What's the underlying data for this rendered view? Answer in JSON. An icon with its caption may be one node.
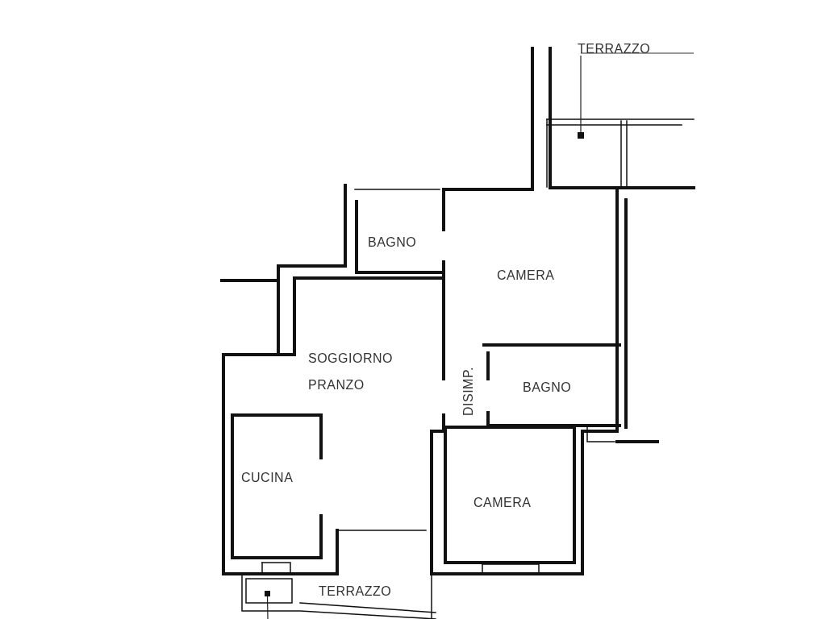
{
  "diagram": {
    "nodes": [
      {
        "text": [
          "TERRAZZO"
        ]
      },
      {
        "text": [],
        "shape": "box"
      },
      {
        "text": [
          "BAGNO"
        ]
      },
      {
        "text": [
          "CAMERA"
        ]
      },
      {
        "text": [
          "SOGGIORNO PRANZO"
        ]
      },
      {
        "text": [
          "DISIMP."
        ]
      },
      {
        "text": [
          "BAGNO"
        ]
      },
      {
        "text": [
          "CUCINA"
        ]
      },
      {
        "text": [
          "CAMERA"
        ]
      },
      {
        "text": [
          "TERRAZZO"
        ]
      },
      {
        "text": [],
        "shape": "box"
      }
    ],
    "edges": [
      {
        "from": 0,
        "to": 1,
        "arrow": "none"
      },
      {
        "from": 10,
        "to": null,
        "arrow": "none"
      }
    ]
  }
}
